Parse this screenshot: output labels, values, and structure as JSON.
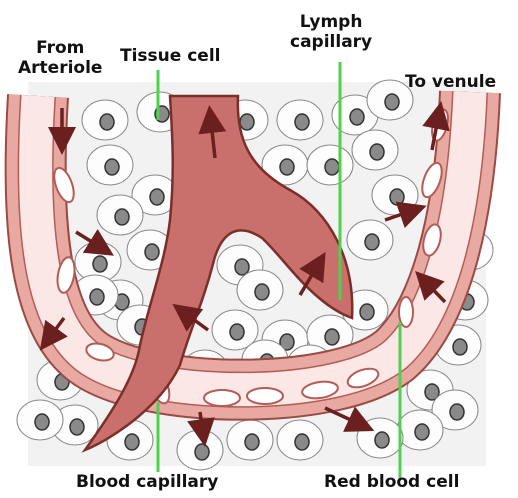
{
  "labels": {
    "from_arteriole_line1": "From",
    "from_arteriole_line2": "Arteriole",
    "tissue_cell": "Tissue cell",
    "lymph_line1": "Lymph",
    "lymph_line2": "capillary",
    "to_venule": "To venule",
    "blood_capillary": "Blood capillary",
    "red_blood_cell": "Red blood cell"
  },
  "colors": {
    "capillary_wall": "#e8a9a3",
    "capillary_edge": "#9b4a44",
    "lymph_fill": "#c9706c",
    "lymph_edge": "#7a2f2b",
    "nucleus": "#555555",
    "pointer_line": "#4fd14f",
    "arrow": "#6b1f1f"
  }
}
